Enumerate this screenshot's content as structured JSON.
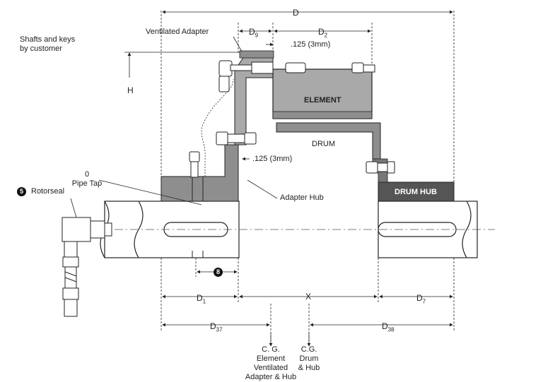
{
  "labels": {
    "shafts_keys": [
      "Shafts and keys",
      "by customer"
    ],
    "ventilated_adapter": "Ventilated Adapter",
    "pipe_tap": [
      "0",
      "Pipe Tap"
    ],
    "rotorseal": "Rotorseal",
    "adapter_hub": "Adapter Hub",
    "element": "ELEMENT",
    "drum": "DRUM",
    "drum_hub": "DRUM HUB",
    "cg_left": [
      "C. G.",
      "Element",
      "Ventilated",
      "Adapter & Hub"
    ],
    "cg_right": [
      "C.G.",
      "Drum",
      "& Hub"
    ],
    "gap_top": ".125 (3mm)",
    "gap_mid": ".125 (3mm)"
  },
  "dimensions": {
    "D": "D",
    "H": "H",
    "D9": {
      "base": "D",
      "sub": "9"
    },
    "D2": {
      "base": "D",
      "sub": "2"
    },
    "D1": {
      "base": "D",
      "sub": "1"
    },
    "X": "X",
    "D7": {
      "base": "D",
      "sub": "7"
    },
    "D37": {
      "base": "D",
      "sub": "37"
    },
    "D38": {
      "base": "D",
      "sub": "38"
    }
  },
  "callouts": {
    "rotorseal_num": "5",
    "bore_num": "8"
  },
  "colors": {
    "element_gray": "#a9a9a9",
    "hub_gray": "#8e8e8e",
    "drum_hub_dark": "#555555",
    "line": "#222222"
  }
}
